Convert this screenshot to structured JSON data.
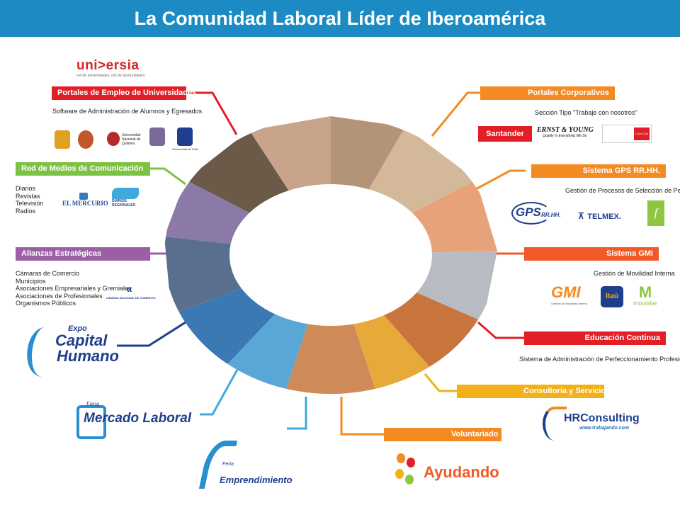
{
  "header": {
    "title": "La Comunidad Laboral Líder de Iberoamérica"
  },
  "colors": {
    "header_bg": "#1c8bc3",
    "red": "#e21f26",
    "green": "#7cc243",
    "purple": "#9b5fa6",
    "navy": "#1e3f8c",
    "blue": "#3fa9de",
    "orange": "#f38a22",
    "yellow": "#f2b118"
  },
  "logo_universia": {
    "name": "uni>ersia",
    "tagline": "red de universidades, red de oportunidades"
  },
  "sections": {
    "portales_universidades": {
      "title": "Portales de Empleo de Universidades",
      "lines": [
        "Software de Administración de Alumnos y Egresados"
      ],
      "logos": [
        "Universidad Nacional de Quilmes",
        "Universidad de Chile"
      ]
    },
    "red_medios": {
      "title": "Red de Medios de Comunicación",
      "lines": [
        "Diarios",
        "Revistas",
        "Televisión",
        "Radios"
      ],
      "logos": [
        "EL MERCURIO",
        "DIARIOS REGIONALES"
      ]
    },
    "alianzas": {
      "title": "Alianzas Estratégicas",
      "lines": [
        "Cámaras de Comercio",
        "Municipios",
        "Asociaciones Empresariales y Gremiales",
        "Asociaciones de Profesionales",
        "Organismos Públicos"
      ],
      "logos": [
        "CÁMARA NACIONAL DE COMERCIO"
      ]
    },
    "portales_corporativos": {
      "title": "Portales Corporativos",
      "lines": [
        "Sección Tipo \"Trabaje con nosotros\""
      ],
      "logos": [
        "Santander",
        "ERNST & YOUNG",
        "Quality In Everything We Do",
        "Coca-Cola"
      ]
    },
    "gps": {
      "title": "Sistema GPS RR.HH.",
      "lines": [
        "Gestión de Procesos de Selección de Personas"
      ],
      "logos": [
        "GPS",
        "RR.HH.",
        "TELMEX."
      ]
    },
    "gmi": {
      "title": "Sistema GMI",
      "lines": [
        "Gestión de Movilidad Interna"
      ],
      "logos": [
        "GMI",
        "Gestión de Movilidad Interna",
        "Itaú",
        "movistar"
      ]
    },
    "educacion": {
      "title": "Educación Continua",
      "lines": [
        "Sistema de Administración de Perfeccionamiento Profesional SAPP"
      ]
    },
    "consultoria": {
      "title": "Consultoría y Servicios",
      "logos": [
        "HRConsulting",
        "www.trabajando.com"
      ]
    },
    "voluntariado": {
      "title": "Voluntariado",
      "logos": [
        "Ayudando"
      ]
    }
  },
  "logos_events": {
    "expo": {
      "top": "Expo",
      "line1": "Capital",
      "line2": "Humano"
    },
    "feria_mercado": {
      "top": "Feria",
      "main": "Mercado Laboral"
    },
    "feria_emprendimiento": {
      "top": "Feria",
      "main": "Emprendimiento"
    }
  }
}
